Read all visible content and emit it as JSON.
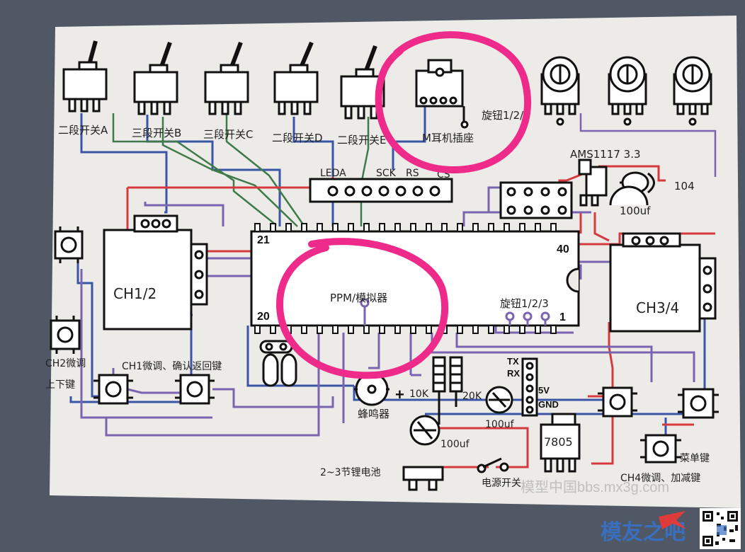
{
  "labels": {
    "sw_a": "二段开关A",
    "sw_b": "三段开关B",
    "sw_c": "三段开关C",
    "sw_d": "二段开关D",
    "sw_e": "二段开关E",
    "jack": "M耳机插座",
    "knob3": "旋钮1/2/3",
    "ams": "AMS1117 3.3",
    "cap104": "104",
    "cap100_top": "100uf",
    "leda": "LEDA",
    "sck": "SCK",
    "rs": "RS",
    "cs": "CS",
    "pin21": "21",
    "pin40": "40",
    "pin20": "20",
    "pin1": "1",
    "ch12": "CH1/2",
    "ch34": "CH3/4",
    "ppm": "PPM/模拟器",
    "knob_ic": "旋钮1/2/3",
    "ch2_trim": "CH2微调",
    "updown": "上下键",
    "ch1_trim": "CH1微调、确认返回键",
    "tx": "TX",
    "rx": "RX",
    "v5": "5V",
    "gnd": "GND",
    "r10k": "10K",
    "r20k": "20K",
    "cap100_mid": "100uf",
    "buzzer": "蜂鸣器",
    "plus": "+",
    "cap100_low": "100uf",
    "reg7805": "7805",
    "menu": "菜单键",
    "ch4_trim": "CH4微调、加减键",
    "battery": "2~3节锂电池",
    "power": "电源开关",
    "watermark": "模型中国bbs.mx3g.com",
    "logo": "模友之吧"
  },
  "colors": {
    "paper": "#eceae6",
    "wire_blue": "#3b55a6",
    "wire_red": "#d63a3e",
    "wire_purple": "#7a63b0",
    "wire_green": "#3f7a4a",
    "ink": "#1a1a1a",
    "highlight": "#ee2a8a"
  }
}
